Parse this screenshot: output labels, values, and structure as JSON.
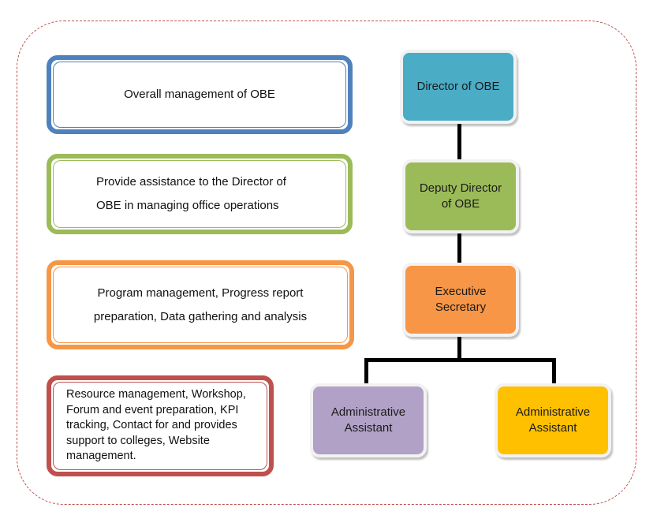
{
  "descriptions": [
    {
      "text": "Overall management of OBE",
      "color": "#4f81bd"
    },
    {
      "line1": "Provide assistance to the Director of",
      "line2": "OBE in managing office operations",
      "color": "#9bbb59"
    },
    {
      "line1": "Program management, Progress report",
      "line2": "preparation, Data gathering and analysis",
      "color": "#f79646"
    },
    {
      "text": "Resource management, Workshop, Forum and event preparation, KPI tracking, Contact for and provides support to colleges, Website management.",
      "color": "#c0504d"
    }
  ],
  "nodes": {
    "director": {
      "line1": "Director  of OBE",
      "color": "#4bacc6"
    },
    "deputy": {
      "line1": "Deputy Director",
      "line2": "of OBE",
      "color": "#9bbb59"
    },
    "secretary": {
      "line1": "Executive",
      "line2": "Secretary",
      "color": "#f79646"
    },
    "assistant_left": {
      "line1": "Administrative",
      "line2": "Assistant",
      "color": "#b2a1c7"
    },
    "assistant_right": {
      "line1": "Administrative",
      "line2": "Assistant",
      "color": "#ffc000"
    }
  }
}
